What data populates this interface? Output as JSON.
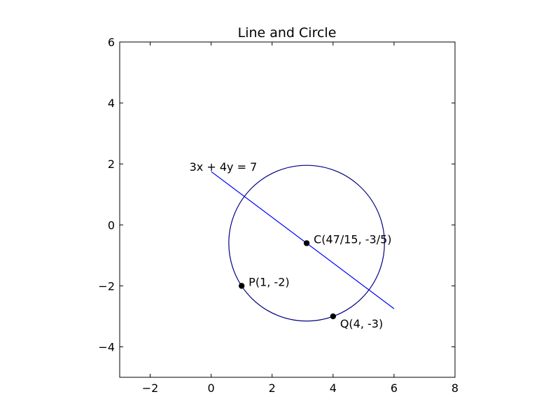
{
  "chart_data": {
    "type": "line",
    "title": "Line and Circle",
    "xlabel": "",
    "ylabel": "",
    "xlim": [
      -3,
      8
    ],
    "ylim": [
      -5,
      6
    ],
    "xticks": [
      -2,
      0,
      2,
      4,
      6,
      8
    ],
    "yticks": [
      -4,
      -2,
      0,
      2,
      4,
      6
    ],
    "xtick_labels": [
      "−2",
      "0",
      "2",
      "4",
      "6",
      "8"
    ],
    "ytick_labels": [
      "−4",
      "−2",
      "0",
      "2",
      "4",
      "6"
    ],
    "grid": false,
    "line": {
      "equation_label": "3x + 4y = 7",
      "x": [
        0,
        6
      ],
      "y": [
        1.75,
        -2.75
      ],
      "color": "#0000ff"
    },
    "circle": {
      "center": [
        3.1333,
        -0.6
      ],
      "radius": 2.554,
      "color": "#000080"
    },
    "points": [
      {
        "label": "C(47/15, -3/5)",
        "x": 3.1333,
        "y": -0.6
      },
      {
        "label": "P(1, -2)",
        "x": 1,
        "y": -2
      },
      {
        "label": "Q(4, -3)",
        "x": 4,
        "y": -3
      }
    ],
    "point_color": "#000000"
  }
}
